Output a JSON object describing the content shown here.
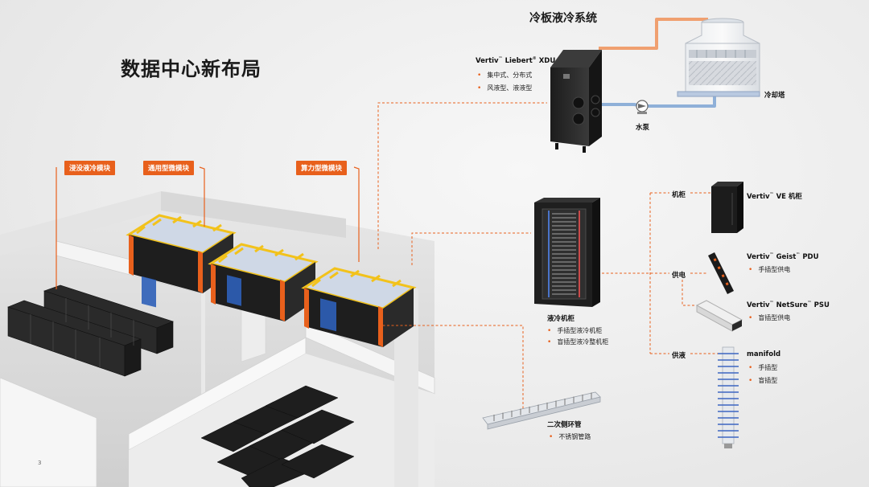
{
  "page": {
    "title": "数据中心新布局",
    "system_title": "冷板液冷系统",
    "page_number": "3"
  },
  "tags": {
    "immersion": "浸没液冷模块",
    "general": "通用型微模块",
    "compute": "算力型微模块"
  },
  "xdu": {
    "brand": "Vertiv",
    "tm": "™",
    "model": "Liebert",
    "reg": "®",
    "suffix": "XDU",
    "features": [
      "集中式、分布式",
      "风液型、液液型"
    ]
  },
  "cooling_tower": "冷却塔",
  "pump": "水泵",
  "cabinet": {
    "label": "液冷机柜",
    "features": [
      "手插型液冷机柜",
      "盲插型液冷整机柜"
    ]
  },
  "branches": {
    "rack": "机柜",
    "power": "供电",
    "liquid": "供液"
  },
  "ve": {
    "brand": "Vertiv",
    "tm": "™",
    "name": "VE 机柜"
  },
  "pdu": {
    "brand": "Vertiv",
    "tm": "™",
    "name": "Geist",
    "tm2": "™",
    "suffix": "PDU",
    "features": [
      "手插型供电"
    ]
  },
  "psu": {
    "brand": "Vertiv",
    "tm": "™",
    "name": "NetSure",
    "tm2": "™",
    "suffix": "PSU",
    "features": [
      "盲插型供电"
    ]
  },
  "manifold": {
    "label": "manifold",
    "features": [
      "手插型",
      "盲插型"
    ]
  },
  "loop": {
    "label": "二次侧环管",
    "features": [
      "不锈钢管路"
    ]
  },
  "colors": {
    "accent": "#e8601c",
    "hot_pipe": "#f0a070",
    "cold_pipe": "#8fb0d8",
    "dark_equipment": "#262626",
    "module_yellow": "#f2c21b",
    "module_blue": "#2d5fb8"
  }
}
